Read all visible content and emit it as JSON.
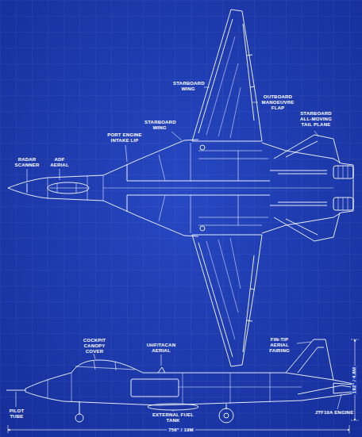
{
  "diagram": {
    "labels": [
      "STARBOARD WING",
      "OUTBOARD MANOEUVRE FLAP",
      "STARBOARD ALL-MOVING TAIL PLANE",
      "STARBOARD WING",
      "PORT ENGINE INTAKE LIP",
      "RADAR SCANNER",
      "ADF AERIAL",
      "COCKPIT CANOPY COVER",
      "UHF/TACAN AERIAL",
      "FIN-TIP AERIAL FAIRING",
      "PILOT TUBE",
      "EXTERNAL FUEL TANK",
      "JTF10A ENGINE",
      "756\" / 19M",
      "192\" / 4.8M"
    ]
  }
}
